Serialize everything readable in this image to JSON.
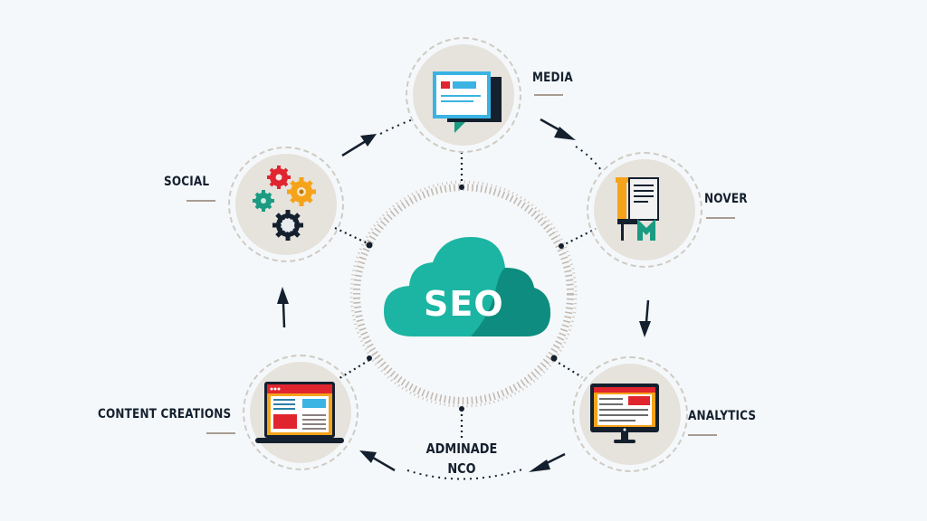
{
  "diagram": {
    "center": {
      "label": "SEO",
      "icon": "cloud-icon",
      "cloud_color": "#1cb5a3",
      "cloud_shadow": "#0f8c80"
    },
    "nodes": [
      {
        "id": "media",
        "label": "MEDIA",
        "icon": "chat-window-icon"
      },
      {
        "id": "nover",
        "label": "NOVER",
        "icon": "document-tools-icon"
      },
      {
        "id": "analytics",
        "label": "ANALYTICS",
        "icon": "monitor-icon"
      },
      {
        "id": "content",
        "label": "CONTENT CREATIONS",
        "icon": "laptop-icon"
      },
      {
        "id": "social",
        "label": "SOCIAL",
        "icon": "gears-icon"
      }
    ],
    "bottom_label": {
      "line1": "ADMINADE",
      "line2": "NCO"
    },
    "colors": {
      "background": "#f5f8fa",
      "node_fill": "#e6e2dc",
      "dark": "#14202e",
      "red": "#e0252e",
      "blue": "#3bb3e3",
      "orange": "#f5a31a",
      "teal": "#1a9b82"
    }
  }
}
